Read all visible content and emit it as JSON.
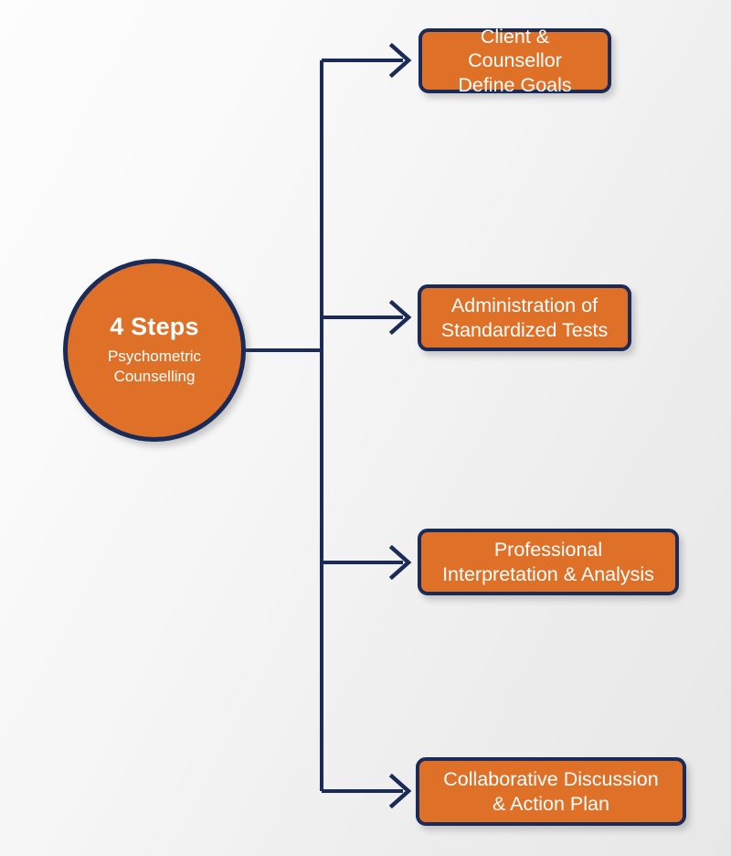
{
  "diagram": {
    "title": "4 Steps Psychometric Counselling process flow",
    "colors": {
      "accent_orange": "#DF7028",
      "navy": "#1B2B58",
      "text_on_accent": "#FFFFFF",
      "background_light": "#FAFAFA",
      "background_shade": "#E7E7E7"
    },
    "hub": {
      "title": "4 Steps",
      "subtitle_line1": "Psychometric",
      "subtitle_line2": "Counselling"
    },
    "steps": [
      {
        "index": 1,
        "line1": "Client & Counsellor",
        "line2": "Define Goals"
      },
      {
        "index": 2,
        "line1": "Administration of",
        "line2": "Standardized Tests"
      },
      {
        "index": 3,
        "line1": "Professional",
        "line2": "Interpretation & Analysis"
      },
      {
        "index": 4,
        "line1": "Collaborative Discussion",
        "line2": "& Action Plan"
      }
    ],
    "connectors": {
      "style": "orthogonal-trunk-with-open-chevron-arrowheads",
      "arrow_count": 4
    }
  }
}
